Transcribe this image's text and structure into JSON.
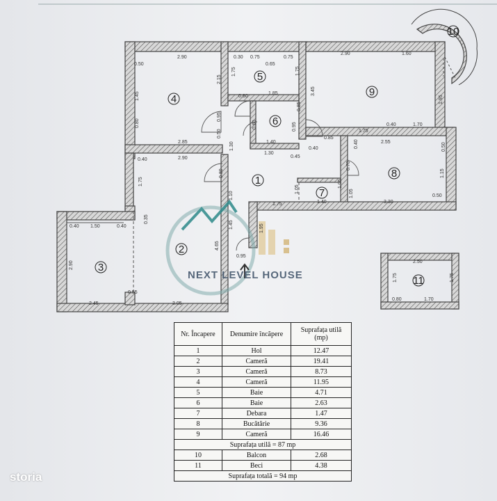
{
  "rooms": [
    {
      "id": "1",
      "label": "1"
    },
    {
      "id": "2",
      "label": "2"
    },
    {
      "id": "3",
      "label": "3"
    },
    {
      "id": "4",
      "label": "4"
    },
    {
      "id": "5",
      "label": "5"
    },
    {
      "id": "6",
      "label": "6"
    },
    {
      "id": "7",
      "label": "7"
    },
    {
      "id": "8",
      "label": "8"
    },
    {
      "id": "9",
      "label": "9"
    },
    {
      "id": "10",
      "label": "10"
    },
    {
      "id": "11",
      "label": "11"
    }
  ],
  "dimensions": {
    "r4_top": "2.90",
    "r4_tl": "0.50",
    "r4_left": "1.45",
    "r4_left2": "0.80",
    "r4_bottom": "2.85",
    "r4_right": "2.15",
    "r4_door": "0.95",
    "r4_door2": "0.50",
    "r5_top1": "0.30",
    "r5_top2": "0.75",
    "r5_top3": "0.75",
    "r5_in": "0.65",
    "r5_left": "1.75",
    "r5_right": "1.75",
    "r5_bot1": "0.60",
    "r5_bot2": "1.85",
    "r6_l": "0.60",
    "r6_r1": "0.85",
    "r6_r2": "0.95",
    "r6_top": "1.40",
    "r6_bot": "1.30",
    "r6_s": "0.45",
    "r6_s2": "0.40",
    "r9_top1": "2.90",
    "r9_top2": "1.60",
    "r9_left": "3.45",
    "r9_right": "1.95",
    "r9_b1": "1.75",
    "r9_b2": "0.40",
    "r9_b3": "1.70",
    "r9_door": "0.85",
    "r8_t1": "0.40",
    "r8_t2": "2.55",
    "r8_tr": "0.50",
    "r8_r": "1.15",
    "r8_br": "0.50",
    "r8_bot": "3.30",
    "r8_l": "1.05",
    "r8_door": "0.70",
    "r7_bot": "1.40",
    "r7_l": "1.05",
    "r7_r": "1.05",
    "r1_top": "1.30",
    "r1_l": "0.80",
    "r1_l2": "1.10",
    "r1_l3": "1.45",
    "r1_bot": "1.75",
    "r1_mid": "1.95",
    "r1_entr": "0.95",
    "r2_top": "2.90",
    "r2_tl": "0.40",
    "r2_l": "1.75",
    "r2_r": "4.65",
    "r2_m": "0.35",
    "r2_bot": "3.05",
    "r2_bl": "0.55",
    "r3_top1": "0.40",
    "r3_top2": "1.50",
    "r3_top3": "0.40",
    "r3_left": "2.90",
    "r3_bot": "2.45",
    "r11_top": "2.50",
    "r11_l": "1.75",
    "r11_r": "1.75",
    "r11_b1": "0.80",
    "r11_b2": "1.70"
  },
  "watermark": {
    "text": "NEXT LEVEL HOUSE"
  },
  "table": {
    "headers": [
      "Nr. Încapere",
      "Denumire încăpere",
      "Suprafața utilă (mp)"
    ],
    "rows": [
      {
        "nr": "1",
        "name": "Hol",
        "area": "12.47"
      },
      {
        "nr": "2",
        "name": "Cameră",
        "area": "19.41"
      },
      {
        "nr": "3",
        "name": "Cameră",
        "area": "8.73"
      },
      {
        "nr": "4",
        "name": "Cameră",
        "area": "11.95"
      },
      {
        "nr": "5",
        "name": "Baie",
        "area": "4.71"
      },
      {
        "nr": "6",
        "name": "Baie",
        "area": "2.63"
      },
      {
        "nr": "7",
        "name": "Debara",
        "area": "1.47"
      },
      {
        "nr": "8",
        "name": "Bucătărie",
        "area": "9.36"
      },
      {
        "nr": "9",
        "name": "Cameră",
        "area": "16.46"
      }
    ],
    "subtotal": "Suprafața utilă = 87 mp",
    "rows2": [
      {
        "nr": "10",
        "name": "Balcon",
        "area": "2.68"
      },
      {
        "nr": "11",
        "name": "Beci",
        "area": "4.38"
      }
    ],
    "total": "Suprafața totală = 94 mp"
  },
  "brand": {
    "logo_text": "storia"
  }
}
